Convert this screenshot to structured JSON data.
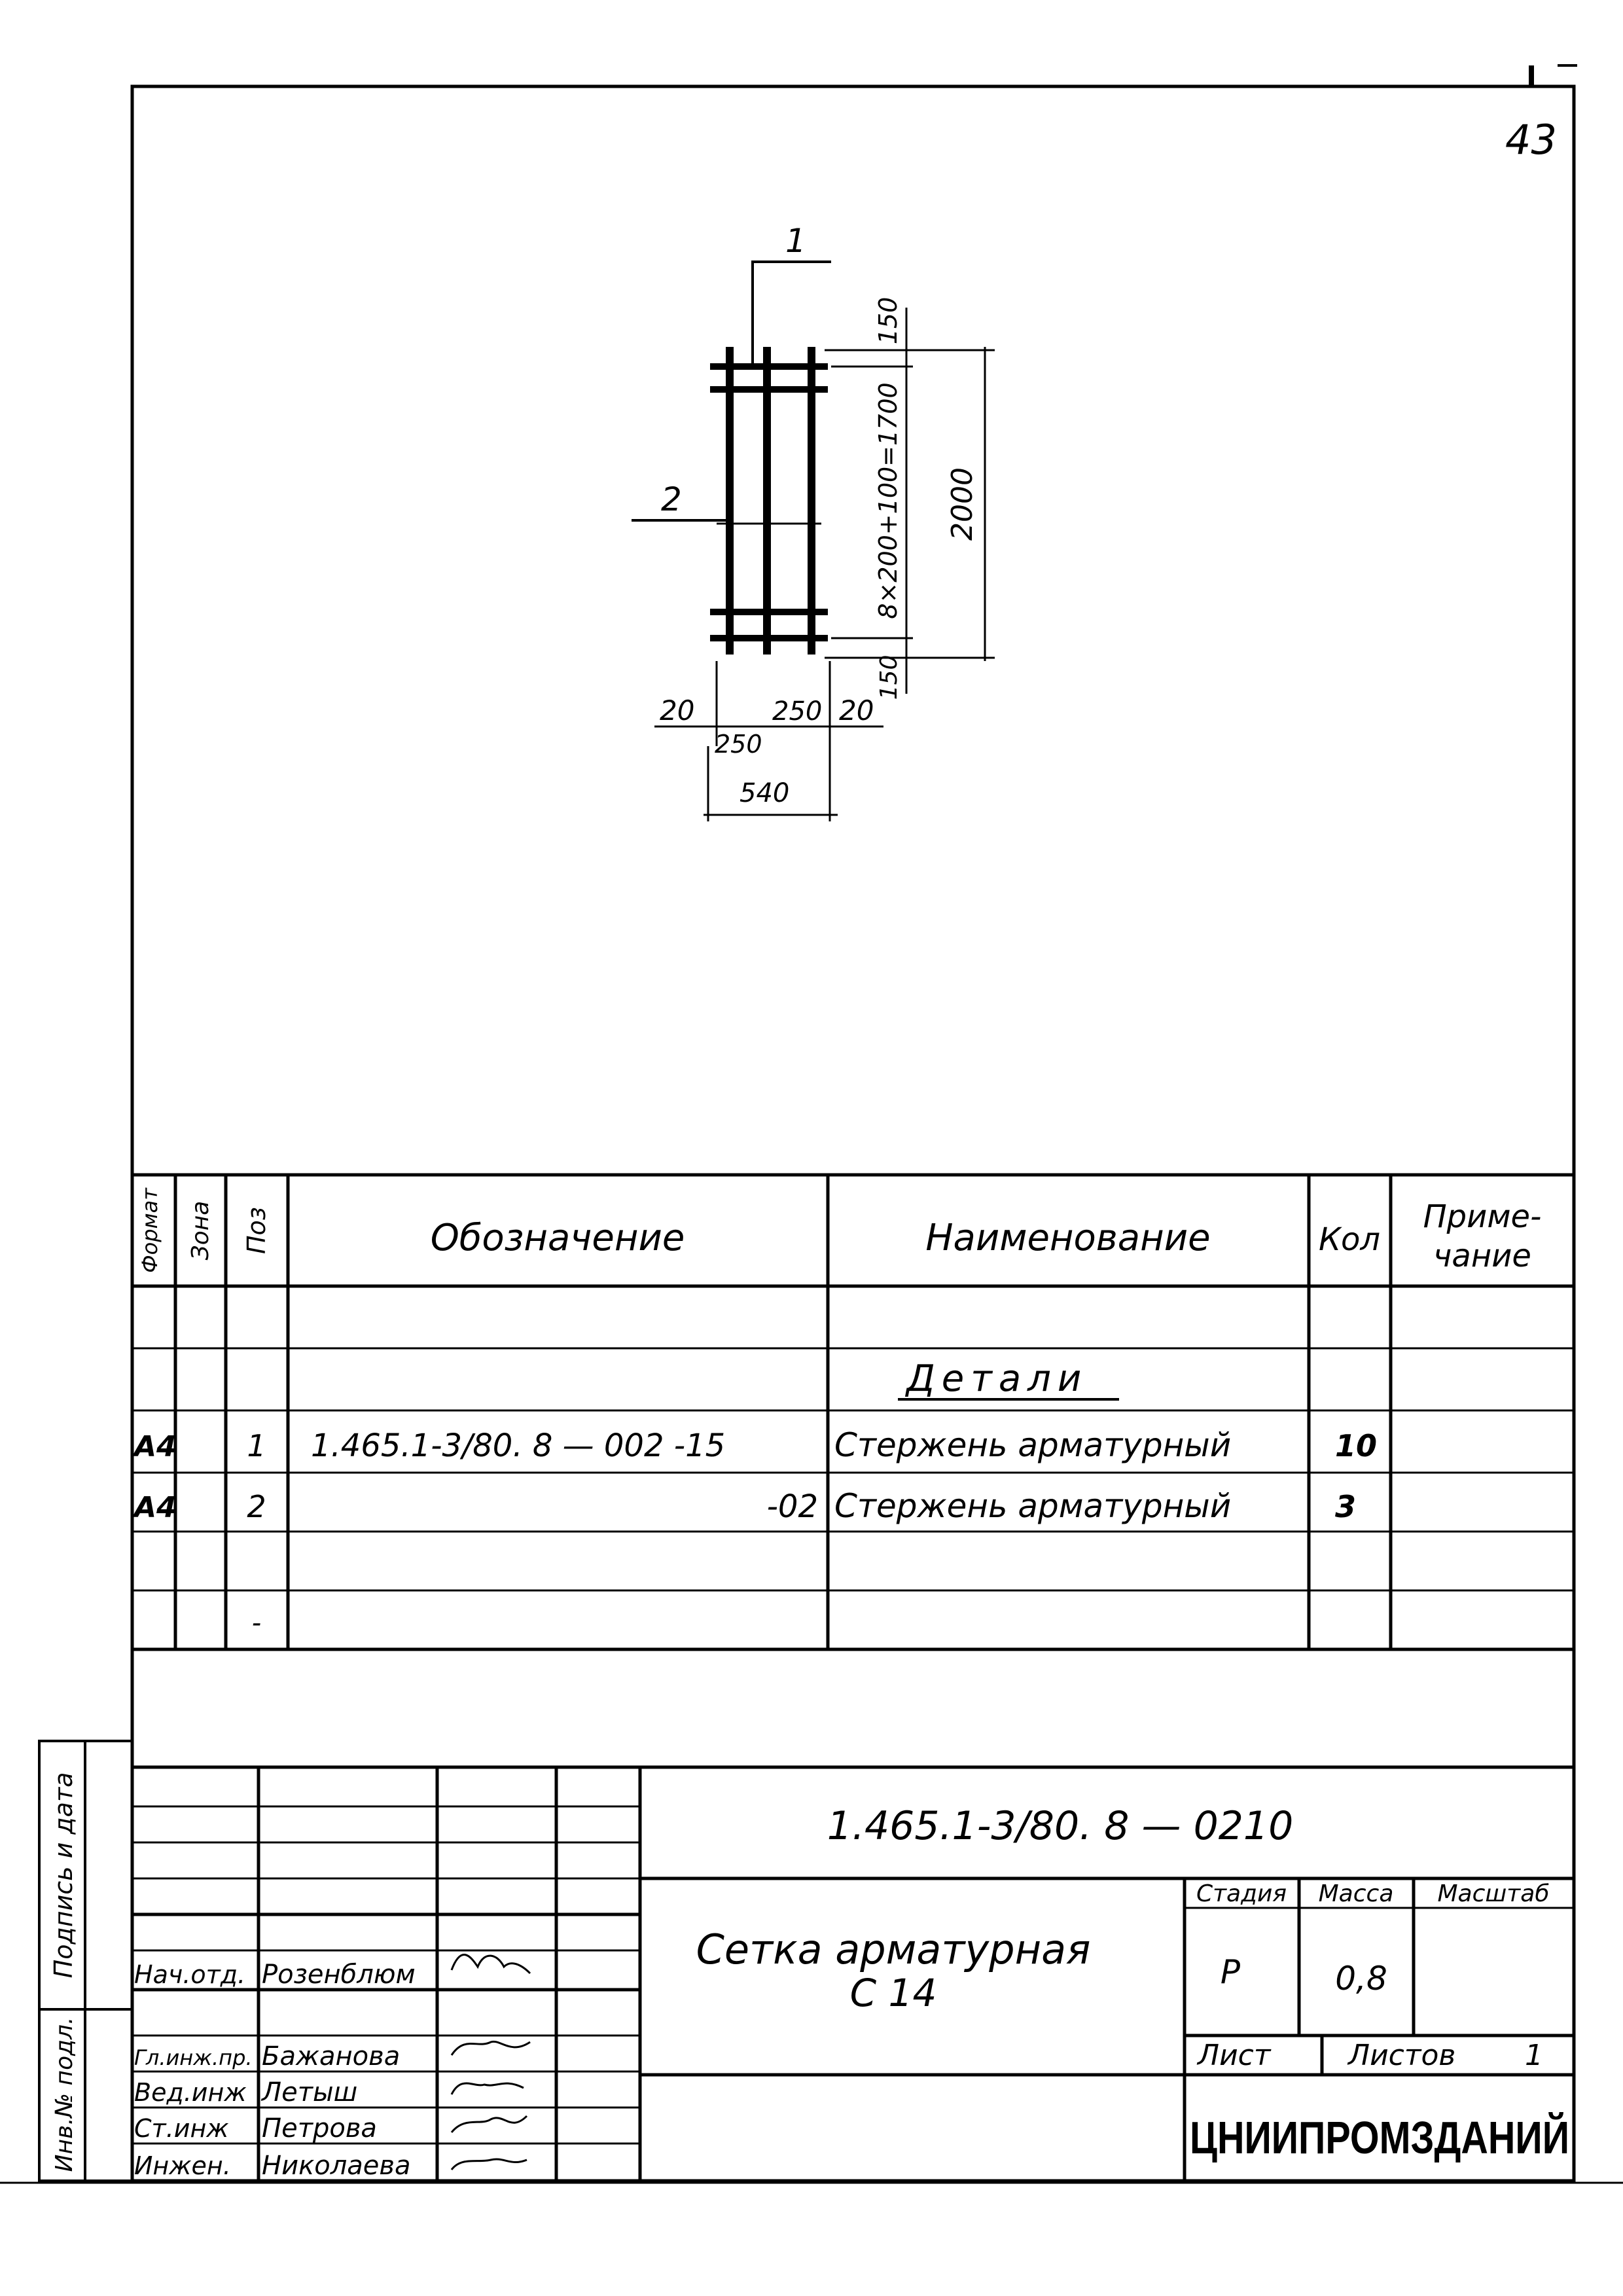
{
  "sheet_number": "43",
  "drawing": {
    "callout_1": "1",
    "callout_2": "2",
    "dim_top": "150",
    "dim_middle": "8×200+100=1700",
    "dim_bottom": "150",
    "dim_total_height": "2000",
    "dim_left_edge": "20",
    "dim_inner_1": "250",
    "dim_inner_2": "250",
    "dim_right_edge": "20",
    "dim_total_width": "540"
  },
  "spec_table": {
    "headers": {
      "format": "Формат",
      "zone": "Зона",
      "pos": "Поз",
      "designation": "Обозначение",
      "name": "Наименование",
      "qty": "Кол",
      "note_line1": "Приме-",
      "note_line2": "чание"
    },
    "section_title": "Детали",
    "rows": [
      {
        "format": "А4",
        "pos": "1",
        "designation": "1.465.1-3/80. 8 — 002 -15",
        "name": "Стержень арматурный",
        "qty": "10"
      },
      {
        "format": "А4",
        "pos": "2",
        "designation": "-02",
        "name": "Стержень арматурный",
        "qty": "3"
      }
    ],
    "empty_row_mark": "-"
  },
  "title_block": {
    "document_code": "1.465.1-3/80. 8 — 0210",
    "title_line1": "Сетка арматурная",
    "title_line2": "С 14",
    "stage_label": "Стадия",
    "mass_label": "Масса",
    "scale_label": "Масштаб",
    "stage_value": "Р",
    "mass_value": "0,8",
    "sheet_label": "Лист",
    "sheets_label": "Листов",
    "sheets_value": "1",
    "organization": "ЦНИИПРОМЗДАНИЙ",
    "signers": [
      {
        "role": "Нач.отд.",
        "name": "Розенблюм"
      },
      {
        "role": "Гл.инж.пр.",
        "name": "Бажанова"
      },
      {
        "role": "Вед.инж",
        "name": "Летыш"
      },
      {
        "role": "Ст.инж",
        "name": "Петрова"
      },
      {
        "role": "Инжен.",
        "name": "Николаева"
      }
    ]
  },
  "side_stamp": {
    "signature_date": "Подпись и дата",
    "original_inv": "Инв.№ подл."
  }
}
